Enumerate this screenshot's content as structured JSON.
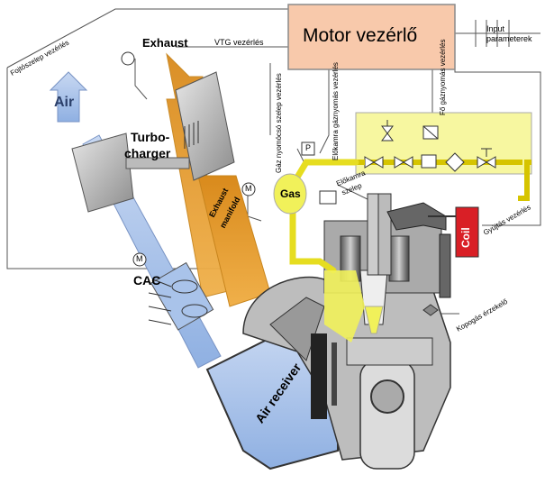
{
  "controller": {
    "title": "Motor vezérlő"
  },
  "labels": {
    "input": "Input",
    "parameters": "parameterek",
    "vtg": "VTG vezérlés",
    "throttle": "Fojtószelep vezérlés",
    "exhaust": "Exhaust",
    "air": "Air",
    "turbo_1": "Turbo-",
    "turbo_2": "charger",
    "cac": "CAC",
    "exhaust_manifold_1": "Exhaust",
    "exhaust_manifold_2": "manifold",
    "gas": "Gas",
    "coil": "Coil",
    "air_receiver": "Air receiver",
    "gas_pressure_valve": "Gáz nyomócsó szelep vezérlés",
    "prechamber_gas_pressure": "Előkamra gáznyomás vezérlés",
    "main_gas_pressure": "Fő gáznyomás vezérlés",
    "prechamber_valve_1": "Előkamra",
    "prechamber_valve_2": "szelep",
    "ignition": "Gyújtás vezérlés",
    "knock_sensor": "Kopogás érzekelő",
    "motor_m1": "M",
    "motor_m2": "M",
    "sensor_p": "P"
  },
  "colors": {
    "controller_fill": "#f8c9ab",
    "controller_border": "#8a8a8a",
    "gas_yellow": "#f1f15a",
    "exhaust_orange": "#e8a534",
    "air_blue": "#a9c3ea",
    "coil_red": "#d91f26"
  }
}
